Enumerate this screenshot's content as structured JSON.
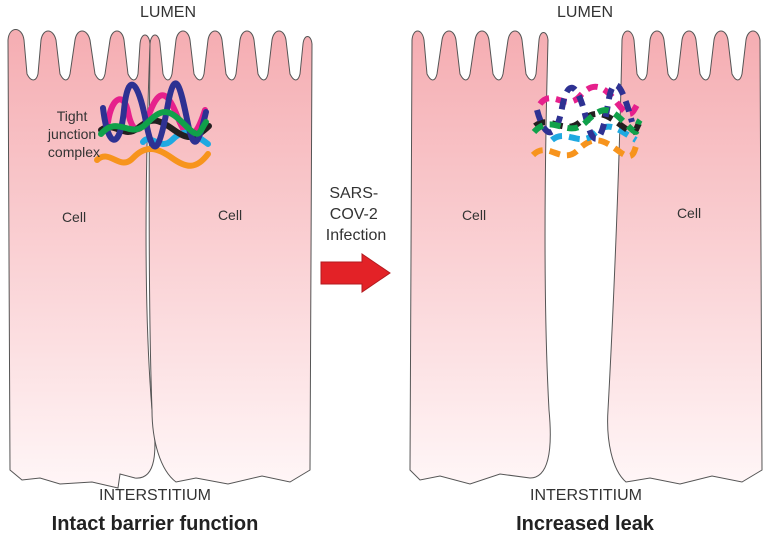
{
  "left_panel": {
    "top_label": "LUMEN",
    "bottom_label": "INTERSTITIUM",
    "title": "Intact barrier function",
    "cell_left_label": "Cell",
    "cell_right_label": "Cell",
    "tight_junction_label": [
      "Tight",
      "junction",
      "complex"
    ]
  },
  "right_panel": {
    "top_label": "LUMEN",
    "bottom_label": "INTERSTITIUM",
    "title": "Increased leak",
    "cell_left_label": "Cell",
    "cell_right_label": "Cell"
  },
  "transition": {
    "label_lines": [
      "SARS-",
      "COV-2",
      "Infection"
    ],
    "arrow_color": "#e32227"
  },
  "colors": {
    "cell_top": "#f5adb2",
    "cell_bottom": "#fff6f7",
    "strand_magenta": "#e6208c",
    "strand_navy": "#2e3192",
    "strand_green": "#10a14a",
    "strand_black": "#231f20",
    "strand_cyan": "#1fa9e1",
    "strand_orange": "#f7941d"
  }
}
